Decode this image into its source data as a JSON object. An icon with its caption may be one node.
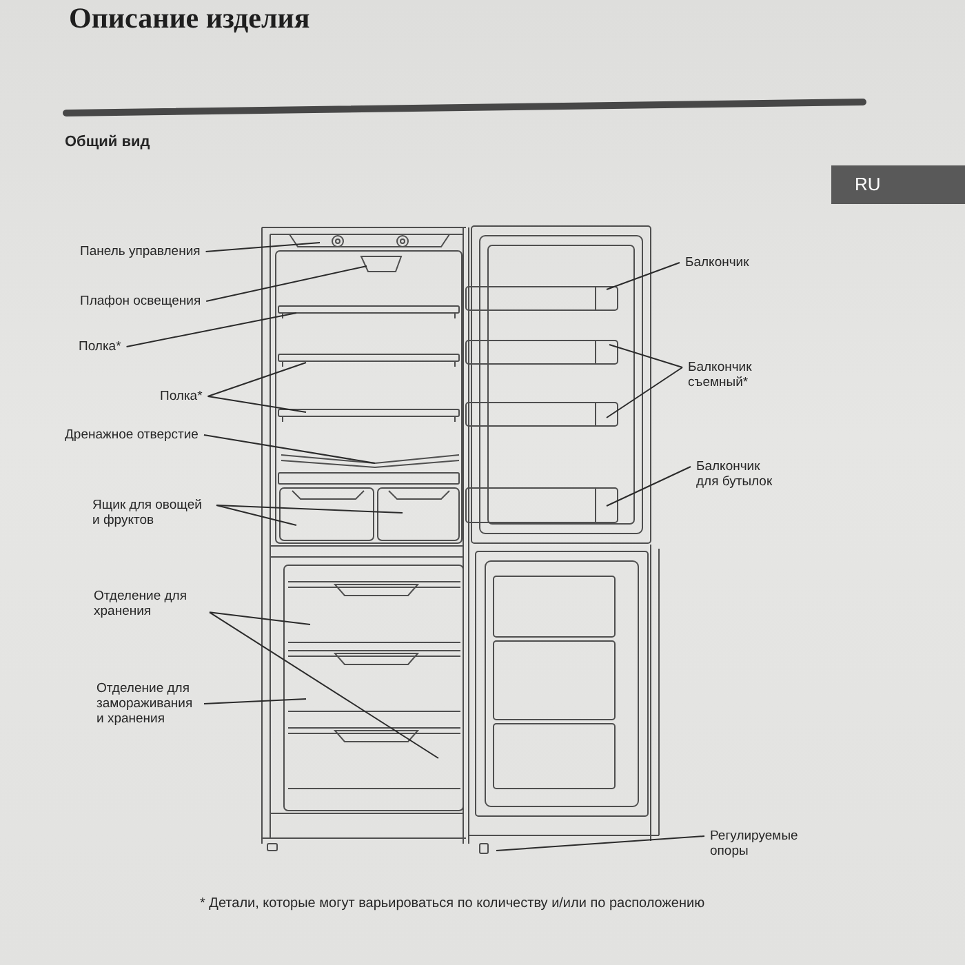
{
  "diagram": {
    "title": "Описание изделия",
    "nodes": [
      {
        "text": [
          "Панель управления"
        ]
      },
      {
        "text": [
          "Плафон освещения"
        ]
      },
      {
        "text": [
          "Полка*"
        ]
      },
      {
        "text": [
          "Полка*"
        ]
      },
      {
        "text": [
          "Дренажное отверстие"
        ]
      },
      {
        "text": [
          "Ящик для овощей и фруктов"
        ]
      },
      {
        "text": [
          "Отделение для хранения"
        ]
      },
      {
        "text": [
          "Отделение для замораживания и хранения"
        ]
      },
      {
        "text": [
          "Балкончик"
        ]
      },
      {
        "text": [
          "Балкончик съемный*"
        ]
      },
      {
        "text": [
          "Балкончик для бутылок"
        ]
      },
      {
        "text": [
          "Регулируемые опоры"
        ]
      }
    ],
    "edges": [
      {
        "from": 0,
        "to": null,
        "arrow": "none"
      },
      {
        "from": 1,
        "to": null,
        "arrow": "none"
      },
      {
        "from": 2,
        "to": null,
        "arrow": "none"
      },
      {
        "from": 3,
        "to": null,
        "arrow": "none"
      },
      {
        "from": 3,
        "to": null,
        "arrow": "none"
      },
      {
        "from": 4,
        "to": null,
        "arrow": "none"
      },
      {
        "from": 5,
        "to": null,
        "arrow": "none"
      },
      {
        "from": 5,
        "to": null,
        "arrow": "none"
      },
      {
        "from": 6,
        "to": null,
        "arrow": "none"
      },
      {
        "from": 6,
        "to": null,
        "arrow": "none"
      },
      {
        "from": 7,
        "to": null,
        "arrow": "none"
      },
      {
        "from": 8,
        "to": null,
        "arrow": "none"
      },
      {
        "from": 9,
        "to": null,
        "arrow": "none"
      },
      {
        "from": 9,
        "to": null,
        "arrow": "none"
      },
      {
        "from": 10,
        "to": null,
        "arrow": "none"
      },
      {
        "from": 11,
        "to": null,
        "arrow": "none"
      }
    ],
    "labels": [
      "Общий вид",
      "RU",
      "* Детали, которые могут варьироваться по количеству и/или по расположению"
    ]
  }
}
